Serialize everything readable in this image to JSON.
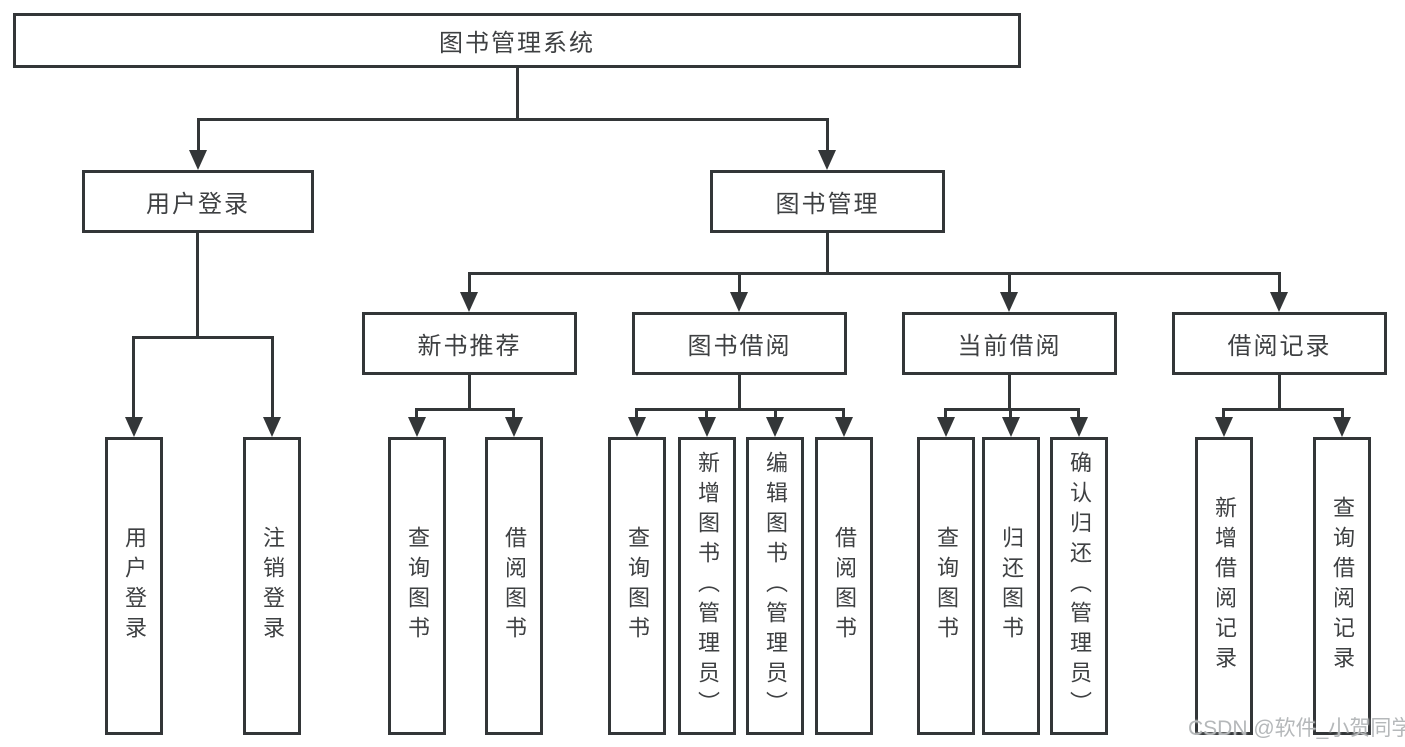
{
  "diagram_title": "图书管理系统",
  "colors": {
    "line": "#333638",
    "text": "#3e4042",
    "background": "#ffffff",
    "watermark_text_color": "#b5b8ba"
  },
  "root": {
    "label": "图书管理系统"
  },
  "branches": {
    "user_login": {
      "label": "用户登录",
      "leaves": [
        "用户登录",
        "注销登录"
      ]
    },
    "book_mgmt": {
      "label": "图书管理",
      "sections": [
        {
          "label": "新书推荐",
          "leaves": [
            "查询图书",
            "借阅图书"
          ]
        },
        {
          "label": "图书借阅",
          "leaves": [
            "查询图书",
            "新增图书（管理员）",
            "编辑图书（管理员）",
            "借阅图书"
          ]
        },
        {
          "label": "当前借阅",
          "leaves": [
            "查询图书",
            "归还图书",
            "确认归还（管理员）"
          ]
        },
        {
          "label": "借阅记录",
          "leaves": [
            "新增借阅记录",
            "查询借阅记录"
          ]
        }
      ]
    }
  },
  "watermark": "CSDN @软件_小贺同学"
}
